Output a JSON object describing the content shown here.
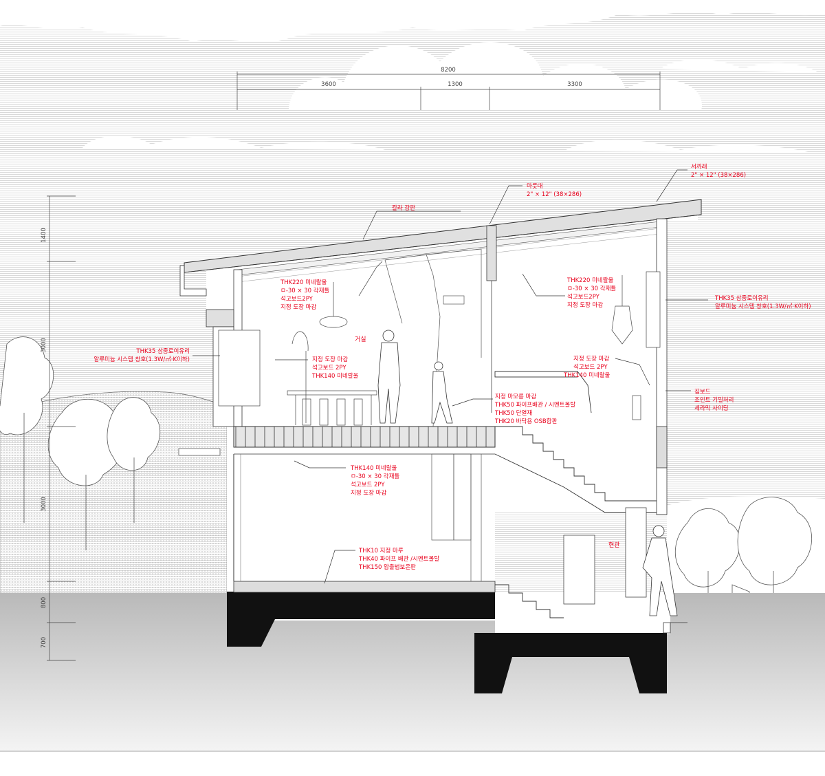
{
  "colors": {
    "annotation": "#e8001c",
    "line": "#333333",
    "foundation": "#111111",
    "ground": "#bdbdbd",
    "sky_hatch": "#d0d0d0"
  },
  "dimensions": {
    "overall": "8200",
    "spans": [
      "3600",
      "1300",
      "3300"
    ],
    "heights": [
      "1400",
      "3000",
      "3000",
      "800",
      "700"
    ]
  },
  "rooms": {
    "living": "거실",
    "entrance": "현관"
  },
  "annotations": {
    "roof": "칼라 강판",
    "ridge_title": "마룻대",
    "ridge_size": "2\" × 12\" (38×286)",
    "rafter_title": "서까래",
    "rafter_size": "2\" × 12\" (38×286)",
    "ceiling_left": [
      "THK220 미네랄울",
      "ㅁ-30 × 30 각재틀",
      "석고보드2PY",
      "지정 도장 마감"
    ],
    "ceiling_right": [
      "THK220 미네랄울",
      "ㅁ-30 × 30 각재틀",
      "석고보드2PY",
      "지정 도장 마감"
    ],
    "window_right": [
      "THK35 삼중로이유리",
      "알루미늄 시스템 창호(1.3W/㎡·K이하)"
    ],
    "window_left": [
      "THK35 삼중로이유리",
      "알루미늄 시스템 창호(1.3W/㎡·K이하)"
    ],
    "wall_living": [
      "지정 도장 마감",
      "석고보드  2PY",
      "THK140 미네랄울"
    ],
    "wall_right": [
      "지정 도장 마감",
      "석고보드  2PY",
      "THK140 미네랄울"
    ],
    "exterior": [
      "집보드",
      "조인트 기밀처리",
      "세라믹 사이딩"
    ],
    "floor_upper": [
      "지정 마모름 마감",
      "THK50 파이프배관 / 시멘트몰탈",
      "THK50 단열재",
      "THK20 바닥용 OSB합판"
    ],
    "ceiling_lower": [
      "THK140 미네랄울",
      "ㅁ-30 × 30 각재틀",
      "석고보드  2PY",
      "지정 도장 마감"
    ],
    "floor_lower": [
      "THK10 지정 마루",
      "THK40 파이프 배관 /시멘트몰탈",
      "THK150 압출법보온판"
    ]
  }
}
